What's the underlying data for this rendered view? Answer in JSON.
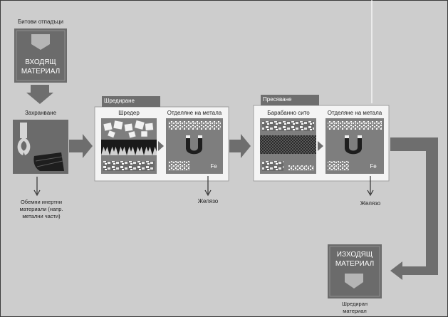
{
  "colors": {
    "background": "#cdcdcd",
    "dark_block": "#6b6b6b",
    "block_text": "#f2f2f2",
    "arrow": "#6e6e6e",
    "stage_label": "#6e6e6e"
  },
  "inputs": {
    "title": "Битови отпадъци",
    "block": [
      "ВХОДЯЩ",
      "МАТЕРИАЛ"
    ]
  },
  "feed": {
    "title": "Захранване",
    "output": [
      "Обемни инертни",
      "материали (напр.",
      "метални части)"
    ]
  },
  "stage1": {
    "label": "Шредиране",
    "left_title": "Шредер",
    "right_title": "Отделяне на метала",
    "symbol": "Fe",
    "output": "Желязо"
  },
  "stage2": {
    "label": "Пресяване",
    "left_title": "Барабанно сито",
    "right_title": "Отделяне на метала",
    "symbol": "Fe",
    "output": "Желязо"
  },
  "outputs": {
    "block": [
      "ИЗХОДЯЩ",
      "МАТЕРИАЛ"
    ],
    "title": [
      "Шредиран",
      "материал"
    ]
  }
}
